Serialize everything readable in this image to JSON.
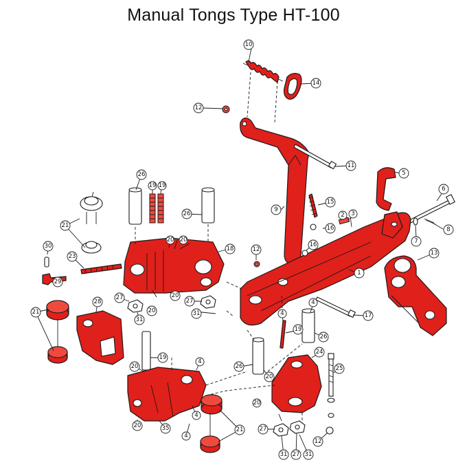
{
  "title": "Manual Tongs Type HT-100",
  "colors": {
    "part": "#e0201b",
    "outline": "#1a1a1a",
    "background": "#ffffff"
  },
  "callouts": [
    "1",
    "2",
    "3",
    "4",
    "5",
    "6",
    "7",
    "8",
    "9",
    "10",
    "11",
    "12",
    "13",
    "14",
    "15",
    "16",
    "17",
    "18",
    "19",
    "20",
    "21",
    "23",
    "24",
    "25",
    "26",
    "27",
    "28",
    "29",
    "30",
    "31",
    "35"
  ]
}
